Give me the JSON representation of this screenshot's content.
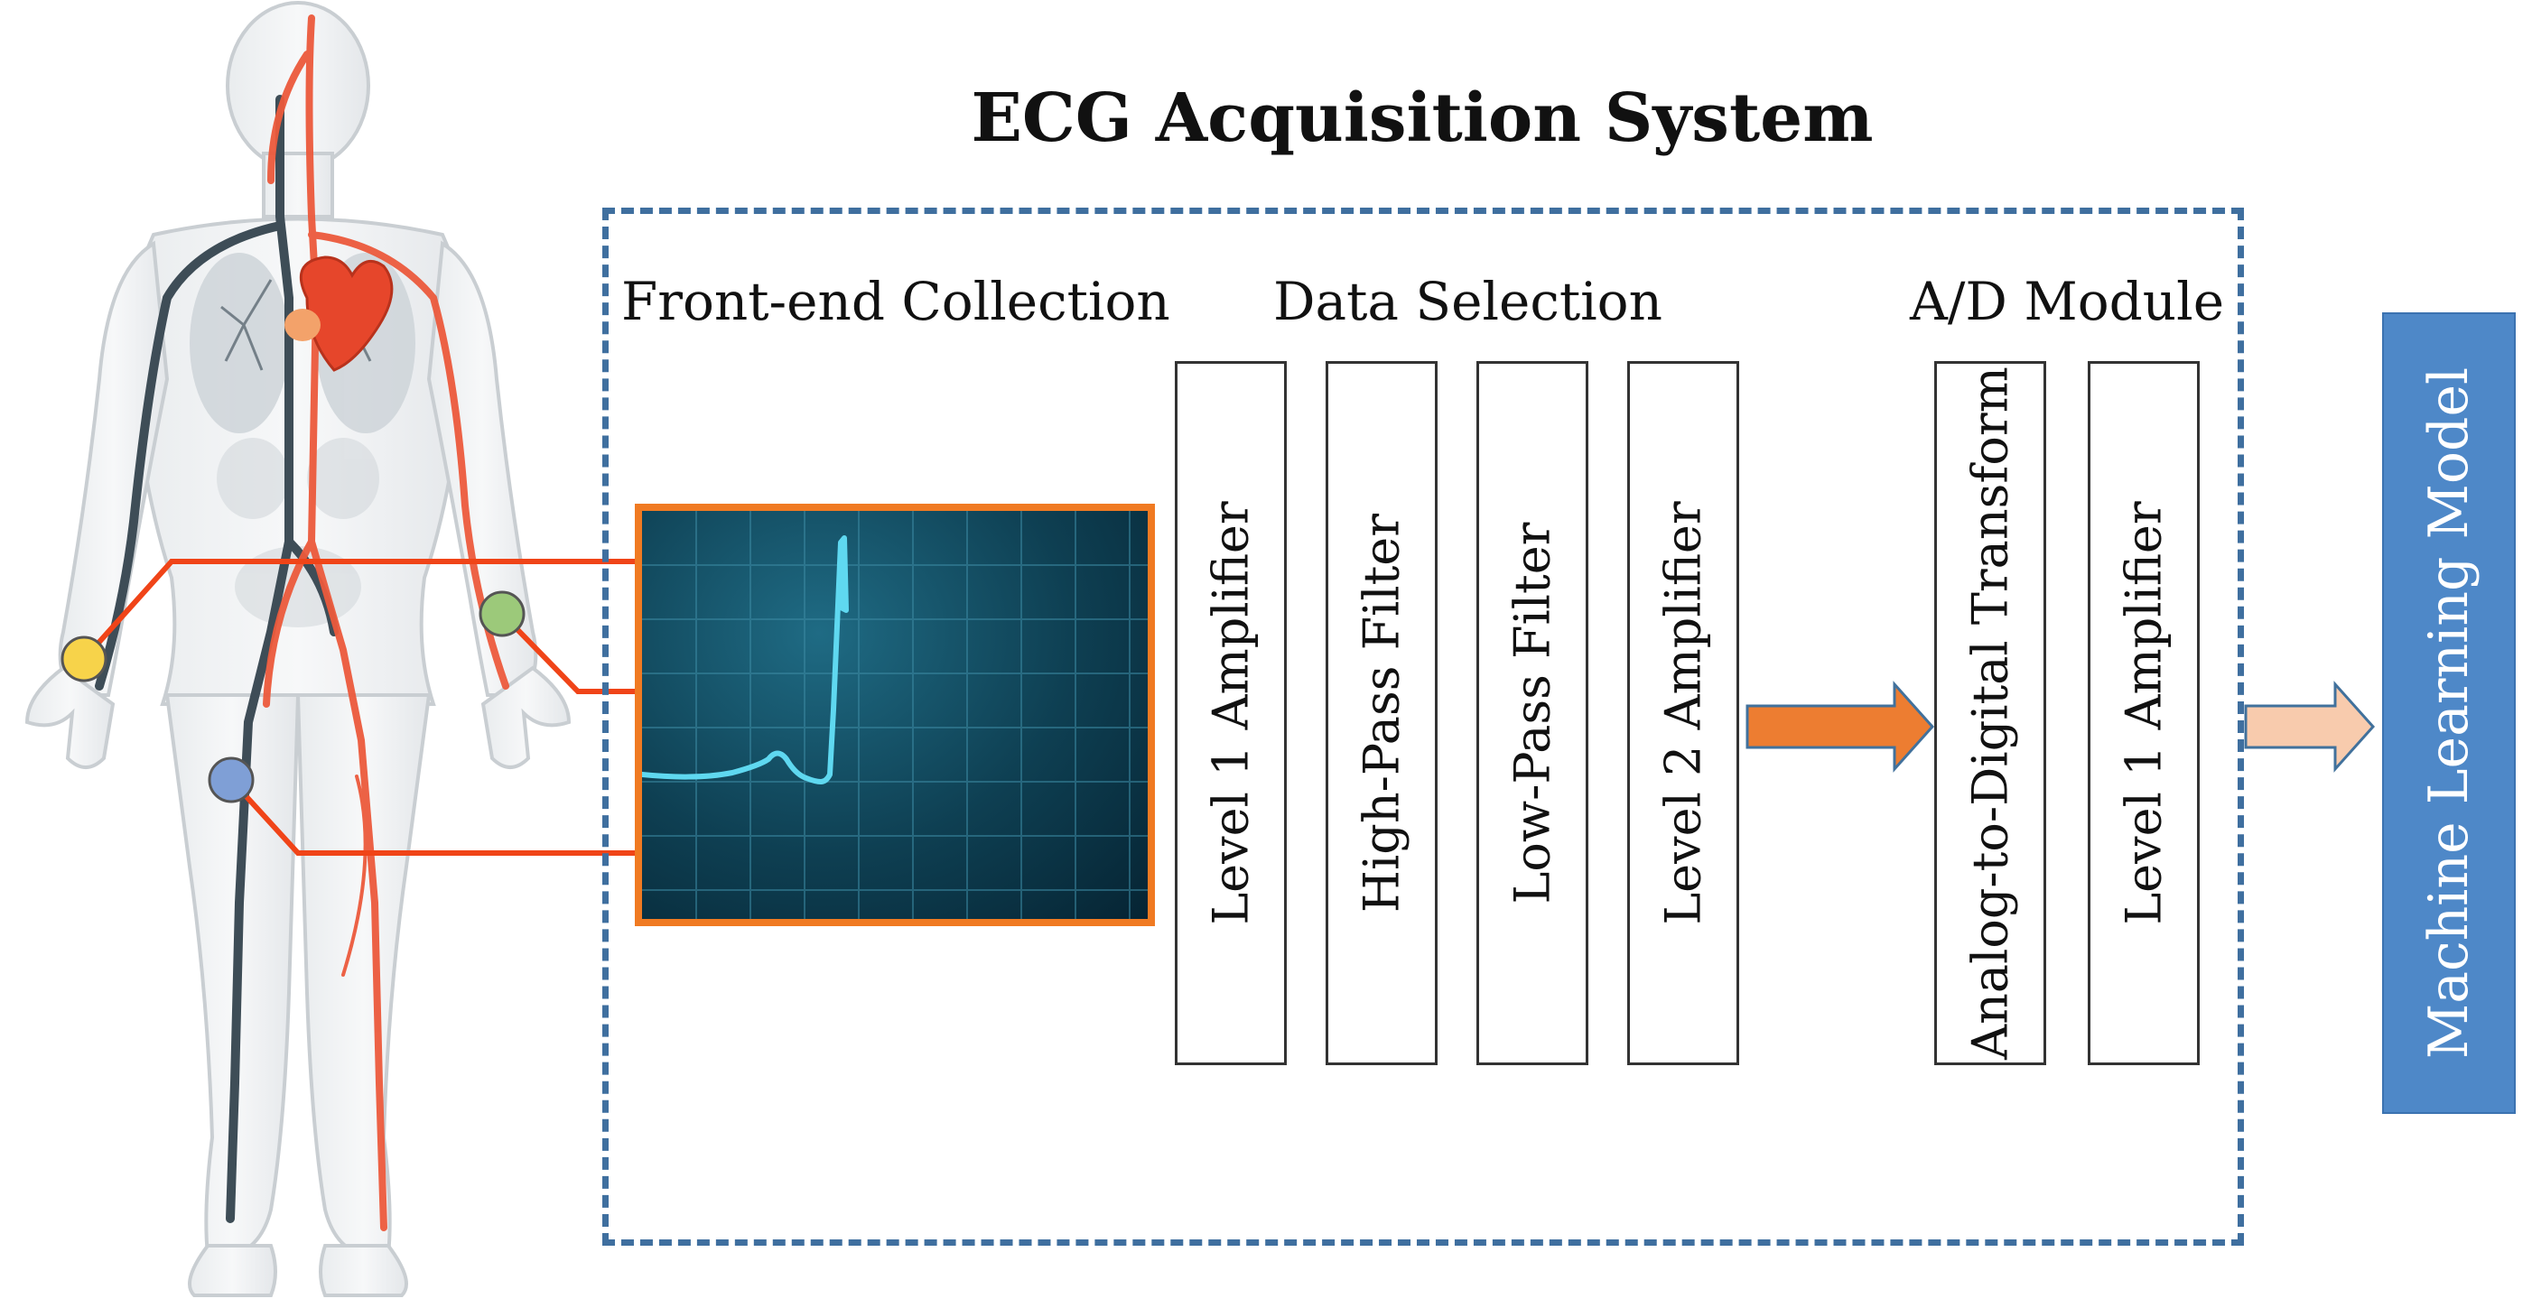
{
  "diagram": {
    "title": "ECG Acquisition System",
    "sections": {
      "front_end": "Front-end Collection",
      "data_selection": "Data Selection",
      "ad_module": "A/D Module"
    },
    "data_selection_stages": [
      "Level 1 Amplifier",
      "High-Pass Filter",
      "Low-Pass Filter",
      "Level 2 Amplifier"
    ],
    "ad_stages": [
      "Analog-to-Digital Transform",
      "Level 1 Amplifier"
    ],
    "output": "Machine Learning Model"
  },
  "colors": {
    "dashed_border": "#3f6f9f",
    "lead_wire": "#f04418",
    "arrow_main": "#ed7d31",
    "arrow_output": "#f8cbad",
    "ml_box": "#4e88c8",
    "electrode_yellow": "#f7d34a",
    "electrode_green": "#9cc97a",
    "electrode_blue": "#7f9fd6",
    "ecg_trace": "#5fd8f0"
  },
  "icons": [
    "human-body-illustration",
    "heart-icon",
    "ecg-monitor-icon"
  ]
}
